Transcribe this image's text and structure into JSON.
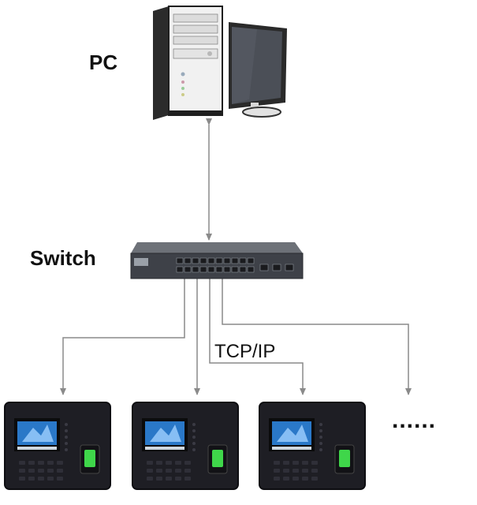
{
  "labels": {
    "pc": "PC",
    "switch": "Switch",
    "protocol": "TCP/IP",
    "more": "......"
  },
  "nodes": {
    "pc": {
      "icon": "desktop-computer-icon"
    },
    "switch": {
      "icon": "network-switch-icon"
    },
    "terminals": [
      {
        "icon": "fingerprint-terminal-icon"
      },
      {
        "icon": "fingerprint-terminal-icon"
      },
      {
        "icon": "fingerprint-terminal-icon"
      }
    ]
  },
  "edges": [
    {
      "from": "pc",
      "to": "switch",
      "style": "bidirectional"
    },
    {
      "from": "switch",
      "to": "terminal-1",
      "style": "directed"
    },
    {
      "from": "switch",
      "to": "terminal-2",
      "style": "directed"
    },
    {
      "from": "switch",
      "to": "terminal-3",
      "style": "directed"
    },
    {
      "from": "switch",
      "to": "more-terminals",
      "style": "directed"
    }
  ],
  "colors": {
    "wire": "#8a8a8a",
    "device_body": "#1e1e24",
    "screen": "#2a78c8",
    "sensor": "#3fd64a"
  }
}
